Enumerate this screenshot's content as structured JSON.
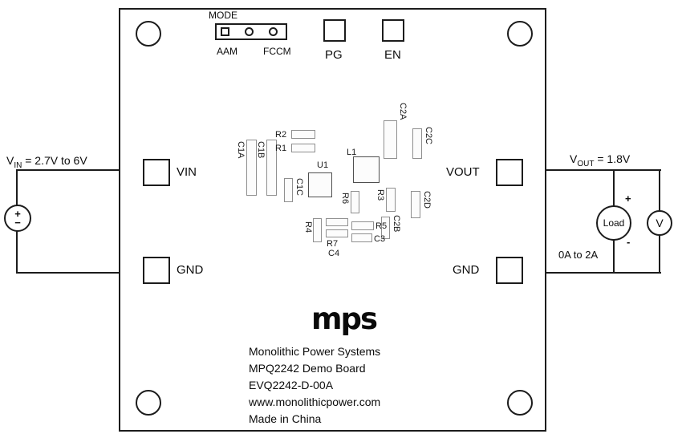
{
  "board": {
    "mode": {
      "title": "MODE",
      "left": "AAM",
      "right": "FCCM"
    },
    "test_points": {
      "pg": "PG",
      "en": "EN"
    },
    "pads": {
      "vin": "VIN",
      "gnd_left": "GND",
      "vout": "VOUT",
      "gnd_right": "GND"
    },
    "components": {
      "c1a": "C1A",
      "c1b": "C1B",
      "c1c": "C1C",
      "r1": "R1",
      "r2": "R2",
      "r3": "R3",
      "r4": "R4",
      "r5": "R5",
      "r6": "R6",
      "r7": "R7",
      "c2a": "C2A",
      "c2b": "C2B",
      "c2c": "C2C",
      "c2d": "C2D",
      "c3": "C3",
      "c4": "C4",
      "u1": "U1",
      "l1": "L1"
    },
    "logo_text": "mps",
    "info_lines": {
      "l1": "Monolithic Power Systems",
      "l2": "MPQ2242 Demo Board",
      "l3": "EVQ2242-D-00A",
      "l4": "www.monolithicpower.com",
      "l5": "Made in China"
    }
  },
  "input_circuit": {
    "v": "V",
    "sub": "IN",
    "value": " = 2.7V to 6V",
    "plus": "+",
    "minus": "−"
  },
  "output_circuit": {
    "v": "V",
    "sub": "OUT",
    "value": " = 1.8V",
    "load": "Load",
    "load_range": "0A to 2A",
    "meter": "V",
    "plus": "+",
    "minus": "-"
  }
}
